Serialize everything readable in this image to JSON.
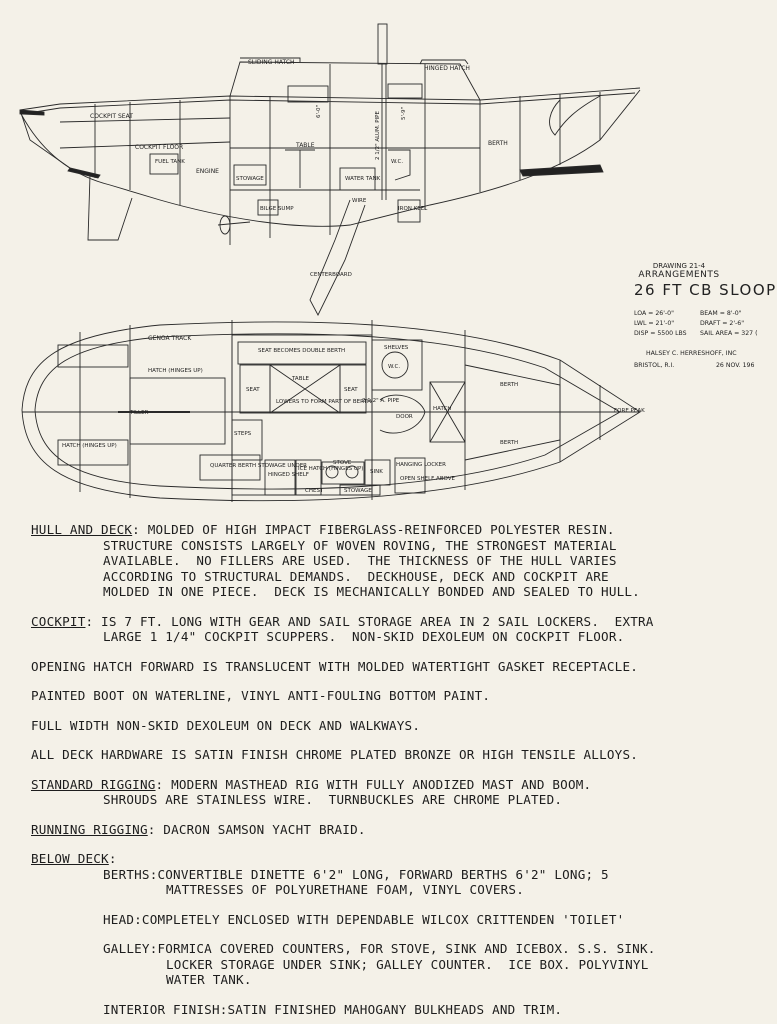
{
  "drawing": {
    "profile_labels": {
      "sliding_hatch": "SLIDING HATCH",
      "hinged_hatch": "HINGED HATCH",
      "cockpit_seat": "COCKPIT SEAT",
      "cockpit_floor": "COCKPIT FLOOR",
      "fuel_tank": "FUEL TANK",
      "engine": "ENGINE",
      "stowage": "STOWAGE",
      "table": "TABLE",
      "headroom_1": "6'-0\"",
      "headroom_2": "5'-9\"",
      "pipe": "2 1/2\" ALUM. PIPE",
      "wc": "W.C.",
      "water_tank": "WATER TANK",
      "berth": "BERTH",
      "bilge_sump": "BILGE SUMP",
      "wire": "WIRE",
      "iron_keel": "IRON KEEL",
      "centerboard": "CENTERBOARD"
    },
    "plan_labels": {
      "genoa_track": "GENOA TRACK",
      "seat_double_berth": "SEAT BECOMES DOUBLE BERTH",
      "shelves": "SHELVES",
      "hatch_hinges_up_1": "HATCH (HINGES UP)",
      "seat_left": "SEAT",
      "table": "TABLE",
      "seat_right": "SEAT",
      "wc": "W.C.",
      "berth_upper": "BERTH",
      "lowers_to_form": "LOWERS TO FORM PART OF BERTH",
      "pipe": "2 1/2\" A. PIPE",
      "hatch": "HATCH",
      "tiller": "TILLER",
      "door": "DOOR",
      "fore_peak": "FORE PEAK",
      "berth_lower": "BERTH",
      "steps": "STEPS",
      "hatch_hinges_up_2": "HATCH (HINGES UP)",
      "quarter_berth": "QUARTER BERTH STOWAGE UNDER",
      "hinged_shelf": "HINGED SHELF",
      "ice_hatch": "ICE HATCH (HINGES UP)",
      "chest": "CHEST",
      "stove": "STOVE",
      "sink": "SINK",
      "hanging_locker": "HANGING LOCKER",
      "open_shelf": "OPEN SHELF ABOVE",
      "stowage": "STOWAGE"
    },
    "title_block": {
      "drawing_no": "DRAWING 21-4",
      "arrangements": "ARRANGEMENTS",
      "title": "26 FT CB SLOOP",
      "loa": "LOA = 26'-0\"",
      "beam": "BEAM = 8'-0\"",
      "lwl": "LWL = 21'-0\"",
      "draft": "DRAFT = 2'-6\"",
      "disp": "DISP = 5500 LBS",
      "sail_area": "SAIL AREA = 327 (",
      "designer": "HALSEY C. HERRESHOFF, INC",
      "city": "BRISTOL, R.I.",
      "date": "26 NOV. 196"
    }
  },
  "specs": {
    "hull": {
      "heading": "HULL AND DECK",
      "line1": ": MOLDED OF HIGH IMPACT FIBERGLASS-REINFORCED POLYESTER RESIN.",
      "line2": "STRUCTURE CONSISTS LARGELY OF WOVEN ROVING, THE STRONGEST MATERIAL",
      "line3": "AVAILABLE.  NO FILLERS ARE USED.  THE THICKNESS OF THE HULL VARIES",
      "line4": "ACCORDING TO STRUCTURAL DEMANDS.  DECKHOUSE, DECK AND COCKPIT ARE",
      "line5": "MOLDED IN ONE PIECE.  DECK IS MECHANICALLY BONDED AND SEALED TO HULL."
    },
    "cockpit": {
      "heading": "COCKPIT",
      "line1": ": IS 7 FT. LONG WITH GEAR AND SAIL STORAGE AREA IN 2 SAIL LOCKERS.  EXTRA",
      "line2": "LARGE 1 1/4\" COCKPIT SCUPPERS.  NON-SKID DEXOLEUM ON COCKPIT FLOOR."
    },
    "hatch": "OPENING HATCH FORWARD IS TRANSLUCENT WITH MOLDED WATERTIGHT GASKET RECEPTACLE.",
    "boot": "PAINTED BOOT ON WATERLINE, VINYL ANTI-FOULING BOTTOM PAINT.",
    "deck": "FULL WIDTH NON-SKID DEXOLEUM ON DECK AND WALKWAYS.",
    "hardware": "ALL DECK HARDWARE IS SATIN FINISH CHROME PLATED BRONZE OR HIGH TENSILE ALLOYS.",
    "standard_rigging": {
      "heading": "STANDARD RIGGING",
      "line1": ": MODERN MASTHEAD RIG WITH FULLY ANODIZED MAST AND BOOM.",
      "line2": "SHROUDS ARE STAINLESS WIRE.  TURNBUCKLES ARE CHROME PLATED."
    },
    "running_rigging": {
      "heading": "RUNNING RIGGING",
      "line1": ": DACRON SAMSON YACHT BRAID."
    },
    "below_deck": {
      "heading": "BELOW DECK",
      "colon": ":",
      "berths1": "BERTHS:CONVERTIBLE DINETTE 6'2\" LONG, FORWARD BERTHS 6'2\" LONG; 5",
      "berths2": "MATTRESSES OF POLYURETHANE FOAM, VINYL COVERS.",
      "head": "HEAD:COMPLETELY ENCLOSED WITH DEPENDABLE WILCOX CRITTENDEN 'TOILET'",
      "galley1": "GALLEY:FORMICA COVERED COUNTERS, FOR STOVE, SINK AND ICEBOX. S.S. SINK.",
      "galley2": "LOCKER STORAGE UNDER SINK; GALLEY COUNTER.  ICE BOX. POLYVINYL",
      "galley3": "WATER TANK.",
      "interior": "INTERIOR FINISH:SATIN FINISHED MAHOGANY BULKHEADS AND TRIM."
    }
  }
}
